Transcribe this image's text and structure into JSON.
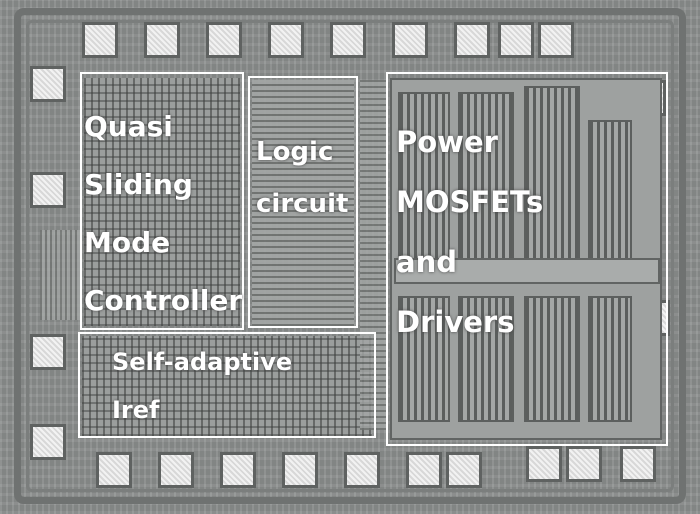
{
  "blocks": {
    "controller": {
      "lines": [
        "Quasi",
        "Sliding",
        "Mode",
        "Controller"
      ]
    },
    "logic": {
      "lines": [
        "Logic",
        "circuit"
      ]
    },
    "iref": {
      "lines": [
        "Self-adaptive",
        "Iref"
      ]
    },
    "power": {
      "lines": [
        "Power",
        "MOSFETs",
        "and",
        "Drivers"
      ]
    }
  }
}
